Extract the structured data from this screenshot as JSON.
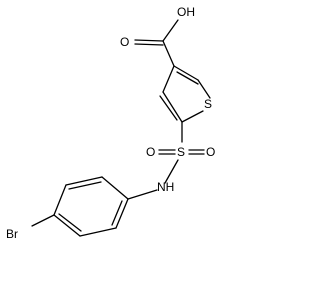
{
  "molecule": {
    "atoms": {
      "oh": "OH",
      "o_carbonyl": "O",
      "s_ring": "S",
      "s_sulfonyl": "S",
      "o_sulfonyl_left": "O",
      "o_sulfonyl_right": "O",
      "nh": "NH",
      "br": "Br"
    }
  }
}
